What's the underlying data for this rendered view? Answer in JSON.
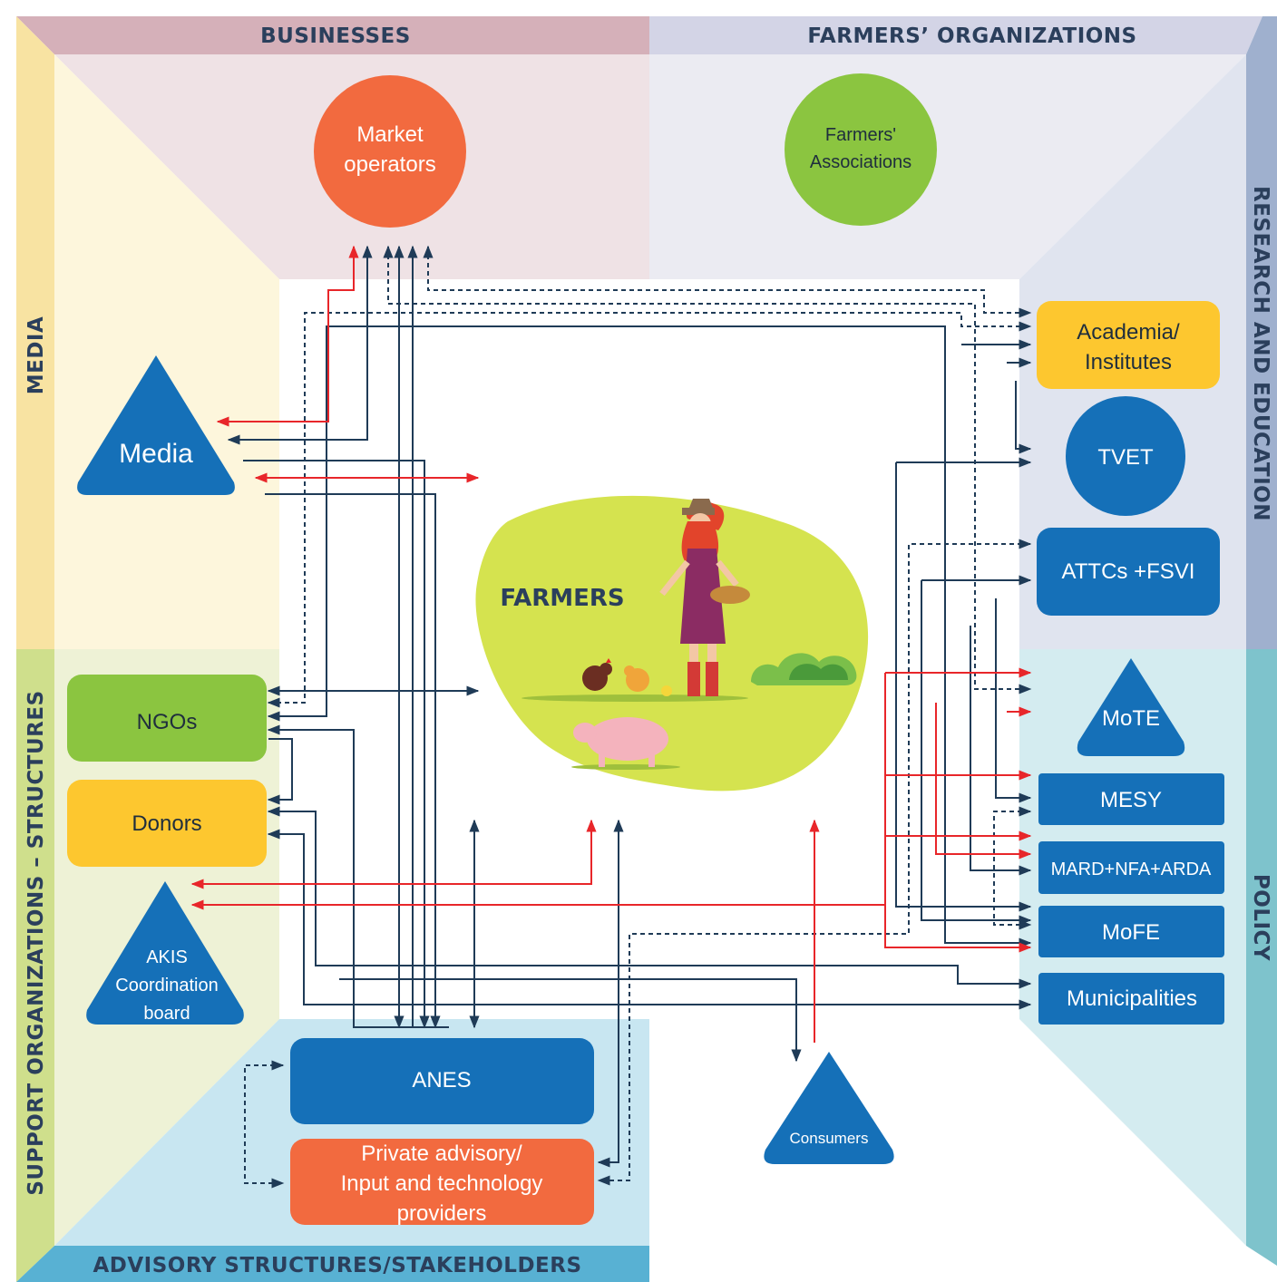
{
  "bands": {
    "top_left": "BUSINESSES",
    "top_right": "FARMERS’ ORGANIZATIONS",
    "left_top": "MEDIA",
    "left_bottom": "SUPPORT ORGANIZATIONS – STRUCTURES",
    "right_top": "RESEARCH AND EDUCATION",
    "right_bottom": "POLICY",
    "bottom": "ADVISORY STRUCTURES/STAKEHOLDERS"
  },
  "center": {
    "title": "FARMERS"
  },
  "nodes": {
    "market_operators": [
      "Market",
      "operators"
    ],
    "farmers_associations": [
      "Farmers'",
      "Associations"
    ],
    "media": "Media",
    "ngos": "NGOs",
    "donors": "Donors",
    "akis": [
      "AKIS",
      "Coordination",
      "board"
    ],
    "academia": [
      "Academia/",
      "Institutes"
    ],
    "tvet": "TVET",
    "attcs": "ATTCs +FSVI",
    "mote": "MoTE",
    "mesy": "MESY",
    "mard": "MARD+NFA+ARDA",
    "mofe": "MoFE",
    "municipalities": "Municipalities",
    "anes": "ANES",
    "private_advisory": [
      "Private advisory/",
      "Input and technology",
      "providers"
    ],
    "consumers": "Consumers"
  },
  "colors": {
    "blue": "#1570b8",
    "orange": "#f26a3f",
    "green": "#8bc540",
    "yellow": "#fdc72f",
    "navy": "#1f3b57",
    "red": "#e8262a",
    "farm_blob": "#d5e34f"
  }
}
